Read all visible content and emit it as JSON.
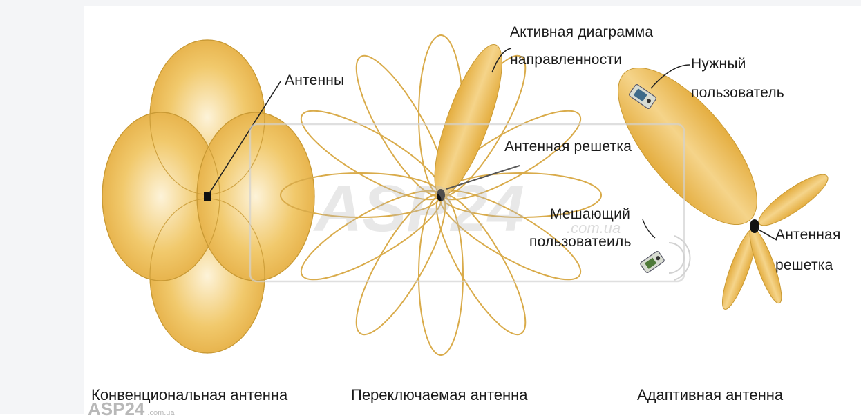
{
  "labels": {
    "antennas": "Антенны",
    "active_pattern_line1": "Активная диаграмма",
    "active_pattern_line2": "направленности",
    "antenna_array_middle": "Антенная решетка",
    "interfering_user_line1": "Мешающий",
    "interfering_user_line2": "пользоватеиль",
    "desired_user_line1": "Нужный",
    "desired_user_line2": "пользователь",
    "antenna_array_right_line1": "Антенная",
    "antenna_array_right_line2": "решетка"
  },
  "captions": {
    "conventional": "Конвенциональная антенна",
    "switched": "Переключаемая антенна",
    "adaptive": "Адаптивная антенна"
  },
  "watermarks": {
    "large": "ASP24",
    "large_domain": ".com.ua",
    "small": "ASP24",
    "small_domain": ".com.ua"
  },
  "colors": {
    "lobe_fill": "#e9b54a",
    "lobe_light": "#fae7b8",
    "lobe_outline": "#c99a35",
    "text": "#1a1a1a"
  }
}
